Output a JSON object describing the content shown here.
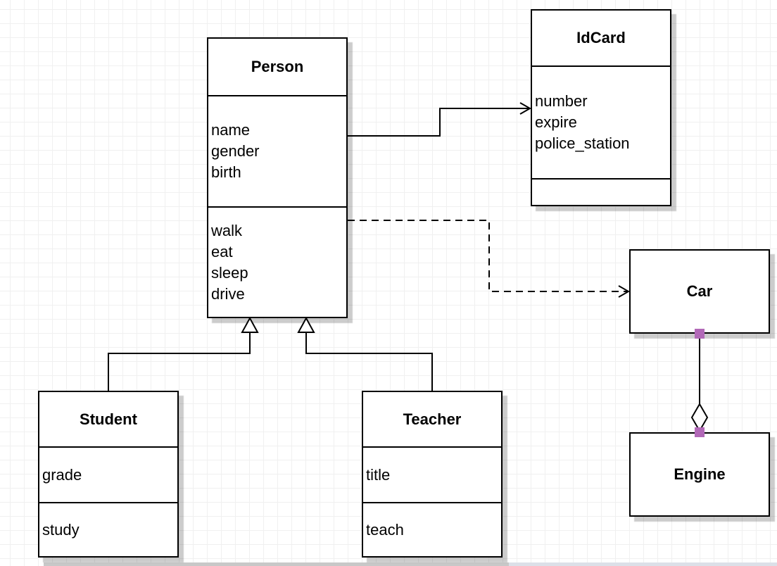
{
  "diagram": {
    "tool": "uml-class-diagram",
    "colors": {
      "shape_fill": "#ffffff",
      "shape_stroke": "#000000",
      "shadow": "#cccccc",
      "grid_line": "#f0f0f0",
      "endpoint_handle": "#b269b8",
      "canvas": "#ffffff"
    },
    "classes": {
      "person": {
        "name": "Person",
        "attributes": [
          "name",
          "gender",
          "birth"
        ],
        "methods": [
          "walk",
          "eat",
          "sleep",
          "drive"
        ]
      },
      "idcard": {
        "name": "IdCard",
        "attributes": [
          "number",
          "expire",
          "police_station"
        ],
        "methods": []
      },
      "car": {
        "name": "Car"
      },
      "engine": {
        "name": "Engine"
      },
      "student": {
        "name": "Student",
        "attributes": [
          "grade"
        ],
        "methods": [
          "study"
        ]
      },
      "teacher": {
        "name": "Teacher",
        "attributes": [
          "title"
        ],
        "methods": [
          "teach"
        ]
      }
    },
    "relationships": [
      {
        "type": "association",
        "from": "Person",
        "to": "IdCard",
        "line": "solid",
        "marker": "open-arrow"
      },
      {
        "type": "dependency",
        "from": "Person",
        "to": "Car",
        "line": "dashed",
        "marker": "open-arrow"
      },
      {
        "type": "generalization",
        "from": "Student",
        "to": "Person",
        "line": "solid",
        "marker": "hollow-triangle"
      },
      {
        "type": "generalization",
        "from": "Teacher",
        "to": "Person",
        "line": "solid",
        "marker": "hollow-triangle"
      },
      {
        "type": "aggregation",
        "from": "Car",
        "to": "Engine",
        "line": "solid",
        "marker": "hollow-diamond",
        "endpoints": "purple-squares"
      }
    ]
  }
}
